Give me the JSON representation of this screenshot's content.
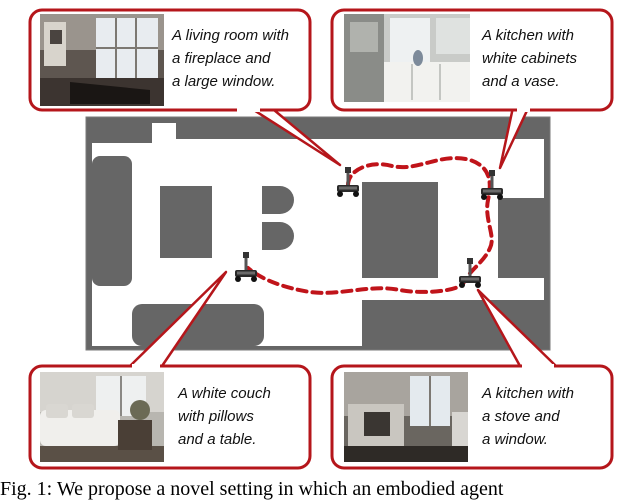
{
  "colors": {
    "callout_border": "#b5161b",
    "floor_wall": "#666666",
    "floor_light": "#ffffff",
    "outline_gray": "#7a7a7a",
    "path": "#c0141a"
  },
  "callouts": [
    {
      "id": "living-room",
      "lines": [
        "A living room with",
        "a fireplace and",
        "a large window."
      ]
    },
    {
      "id": "kitchen-vase",
      "lines": [
        "A kitchen with",
        "white cabinets",
        "and a vase."
      ]
    },
    {
      "id": "white-couch",
      "lines": [
        "A white couch",
        "with pillows",
        "and a table."
      ]
    },
    {
      "id": "kitchen-stove",
      "lines": [
        "A kitchen with",
        "a stove and",
        "a window."
      ]
    }
  ],
  "caption": "Fig. 1: We propose a novel setting in which an embodied agent"
}
